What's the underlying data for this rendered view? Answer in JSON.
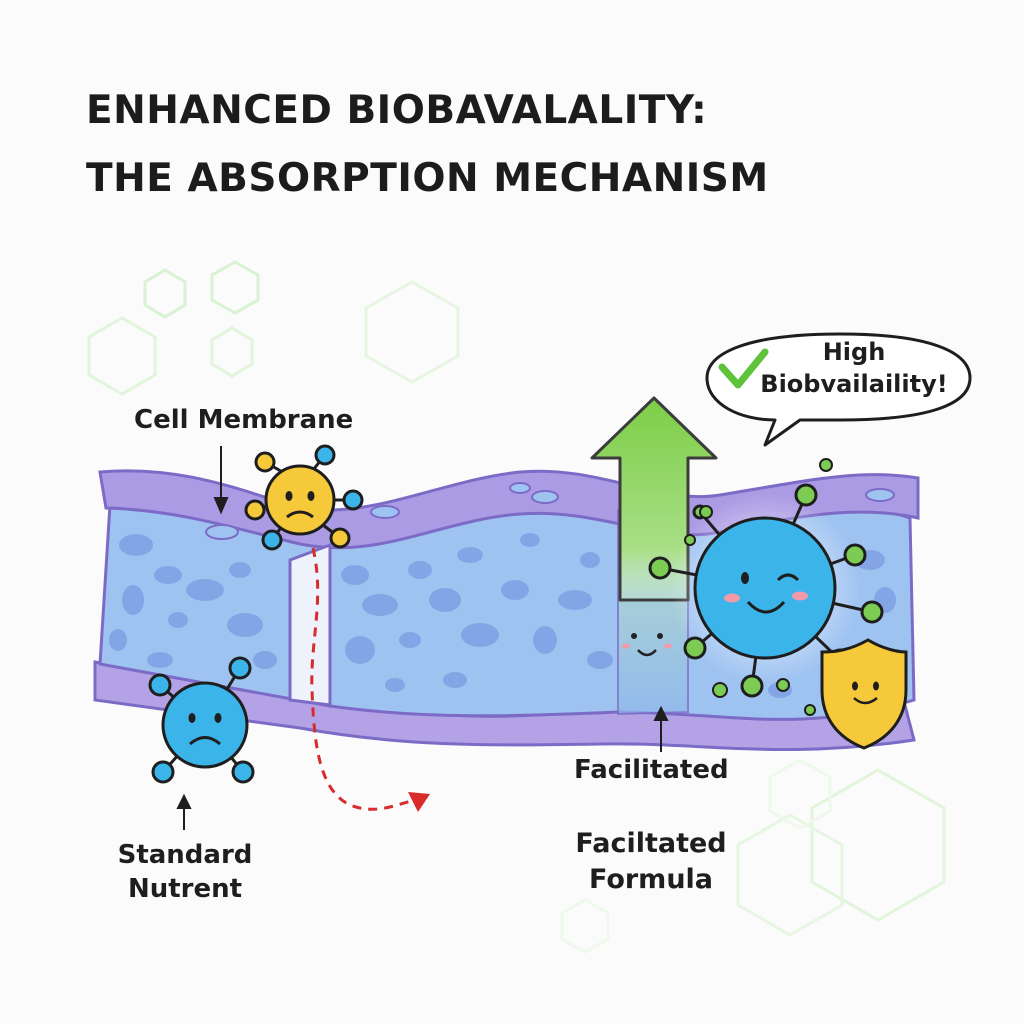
{
  "title": {
    "line1": "ENHANCED BIOBAVALALITY:",
    "line2": "THE ABSORPTION MECHANISM"
  },
  "labels": {
    "cell_membrane": "Cell Membrane",
    "standard_nutrient_line1": "Standard",
    "standard_nutrient_line2": "Nutrent",
    "facilitated": "Facilitated",
    "formula_line1": "Faciltated",
    "formula_line2": "Formula"
  },
  "speech_bubble": {
    "line1": "High",
    "line2": "Biobvailaility!"
  },
  "colors": {
    "membrane_top": "#a89ae0",
    "membrane_inner": "#9fc0ef",
    "blob": "#7e9fe2",
    "nutrient_blue": "#3bb4ea",
    "nutrient_yellow": "#f6c93a",
    "accent_green": "#7ccb52",
    "arrow_red": "#d92b2b",
    "check_green": "#5ec23a"
  }
}
